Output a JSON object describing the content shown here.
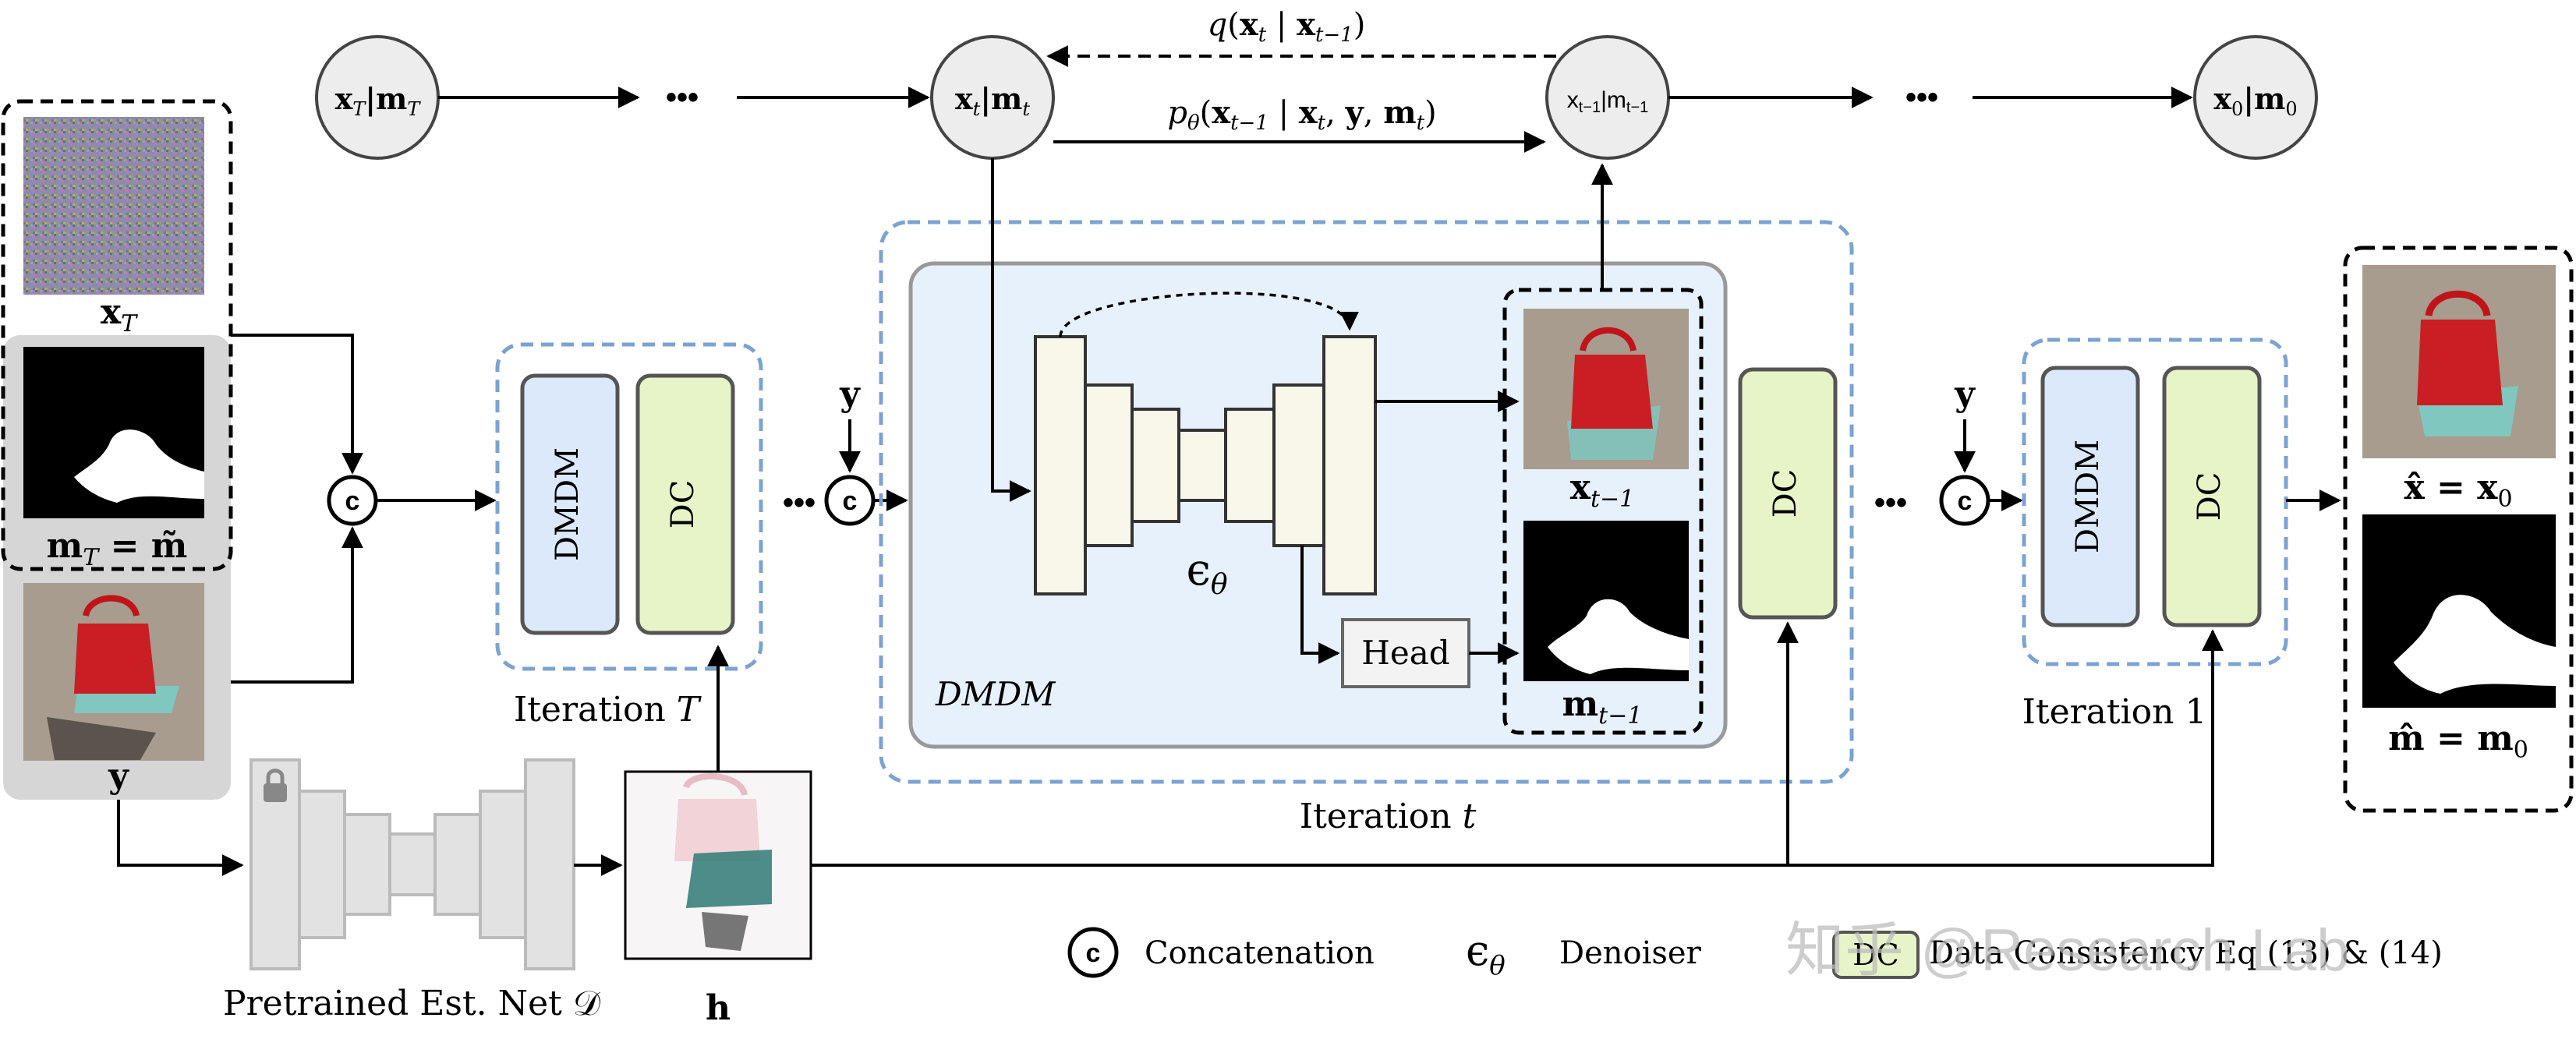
{
  "chain": {
    "state_T_main": "x",
    "state_T_sub": "T",
    "state_T_main2": "m",
    "state_T_sub2": "T",
    "state_t_main": "x",
    "state_t_sub": "t",
    "state_t_main2": "m",
    "state_t_sub2": "t",
    "state_t1_main": "x",
    "state_t1_sub": "t−1",
    "state_t1_main2": "m",
    "state_t1_sub2": "t−1",
    "state_0_main": "x",
    "state_0_sub": "0",
    "state_0_main2": "m",
    "state_0_sub2": "0",
    "ellipsis": "•••",
    "forward_label": "q(x_t | x_{t−1})",
    "forward_text": "q(",
    "reverse_label": "p_θ(x_{t−1} | x_t, y, m_t)",
    "reverse_text": "p"
  },
  "inputs": {
    "xT_label": "x",
    "xT_sub": "T",
    "mT_label": "m",
    "mT_sub": "T",
    "mT_eq": " = m̃",
    "y_label": "y"
  },
  "iterations": {
    "dmdm_label": "DMDM",
    "dc_label": "DC",
    "iter_T_label": "Iteration T",
    "iter_t_label": "Iteration t",
    "iter_1_label": "Iteration 1",
    "y_label": "y",
    "concat_symbol": "c"
  },
  "dmdm_detail": {
    "title": "DMDM",
    "denoiser_symbol": "ϵ",
    "denoiser_sub": "θ",
    "head_label": "Head",
    "x_out": "x",
    "x_out_sub": "t−1",
    "m_out": "m",
    "m_out_sub": "t−1"
  },
  "outputs": {
    "x_hat": "x̂ = x",
    "x_hat_sub": "0",
    "m_hat": "m̂ = m",
    "m_hat_sub": "0"
  },
  "estimator": {
    "label": "Pretrained Est. Net 𝒟",
    "h_label": "h"
  },
  "legend": {
    "concat_symbol": "c",
    "concat_text": "Concatenation",
    "denoiser_symbol": "ϵ",
    "denoiser_sub": "θ",
    "denoiser_text": "Denoiser",
    "dc_symbol": "DC",
    "dc_text": "Data Consistency Eq (13) & (14)"
  },
  "watermark": "知乎 @Research Lab",
  "colors": {
    "dmdm_fill": "#dbe9fb",
    "dc_fill": "#e6f4c7",
    "panel_fill": "#e6f1fc",
    "unet_fill": "#f8f7ea",
    "dashed_blue": "#7ba3d1",
    "node_fill": "#ededed",
    "est_fill": "#e2e2e2"
  }
}
